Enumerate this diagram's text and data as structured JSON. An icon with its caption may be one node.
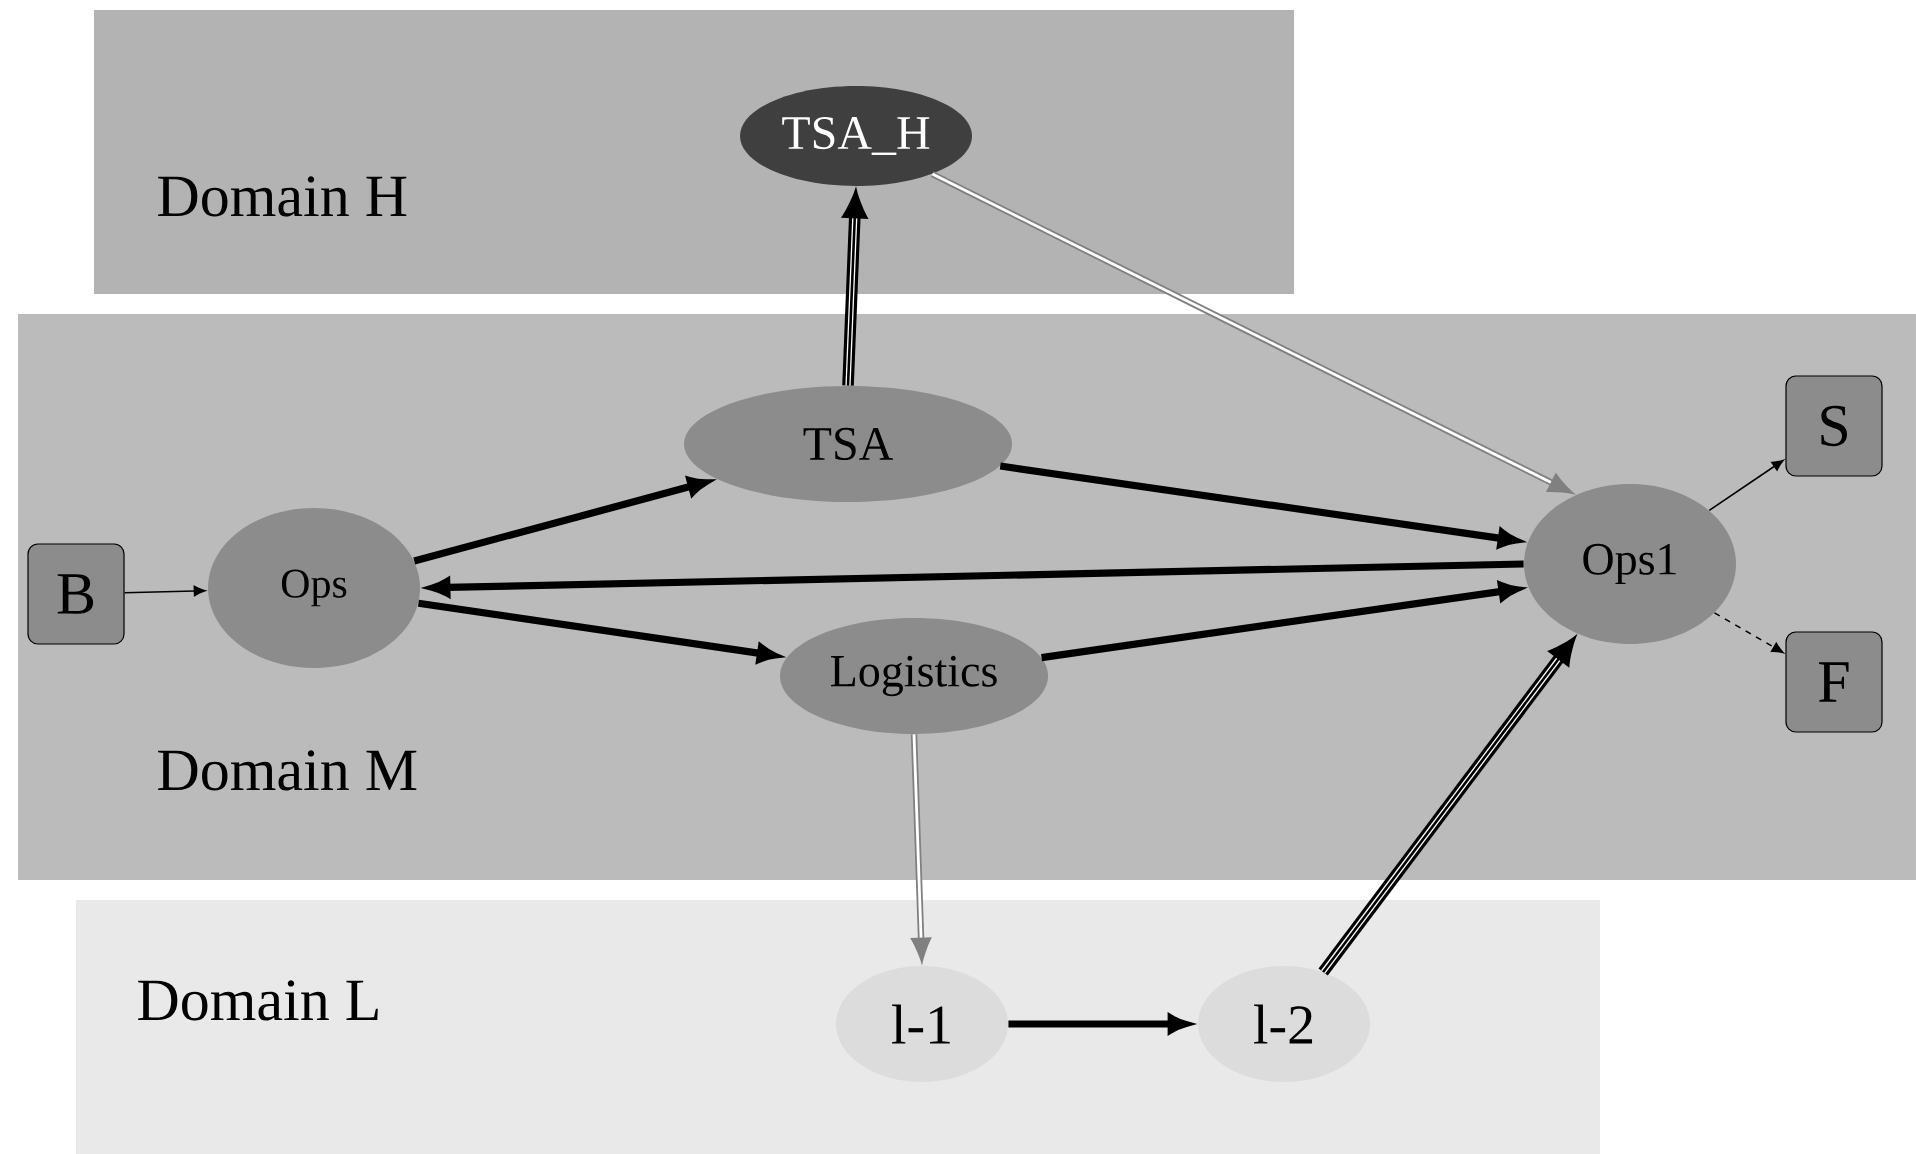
{
  "diagram": {
    "nodes": [
      {
        "text": [
          "Domain H"
        ]
      },
      {
        "text": [
          "TSA_H"
        ],
        "in": 0
      },
      {
        "text": [
          "Domain M"
        ]
      },
      {
        "text": [
          "B"
        ],
        "in": 2
      },
      {
        "text": [
          "Ops"
        ],
        "in": 2
      },
      {
        "text": [
          "TSA"
        ],
        "in": 2
      },
      {
        "text": [
          "Logistics"
        ],
        "in": 2
      },
      {
        "text": [
          "Ops1"
        ],
        "in": 2
      },
      {
        "text": [
          "S"
        ],
        "in": 2
      },
      {
        "text": [
          "F"
        ],
        "in": 2
      },
      {
        "text": [
          "Domain L"
        ]
      },
      {
        "text": [
          "l-1"
        ],
        "in": 10
      },
      {
        "text": [
          "l-2"
        ],
        "in": 10
      }
    ],
    "edges": [
      {
        "from": 3,
        "to": 4,
        "arrow": "to"
      },
      {
        "from": 4,
        "to": 5,
        "arrow": "to"
      },
      {
        "from": 5,
        "to": 1,
        "arrow": "to"
      },
      {
        "from": 1,
        "to": 7,
        "arrow": "to",
        "color": "#808080"
      },
      {
        "from": 5,
        "to": 7,
        "arrow": "to"
      },
      {
        "from": 7,
        "to": 4,
        "arrow": "to"
      },
      {
        "from": 4,
        "to": 6,
        "arrow": "to"
      },
      {
        "from": 6,
        "to": 7,
        "arrow": "to"
      },
      {
        "from": 7,
        "to": 8,
        "arrow": "to"
      },
      {
        "from": 7,
        "to": 9,
        "arrow": "to",
        "style": "dashed"
      },
      {
        "from": 6,
        "to": 11,
        "arrow": "to",
        "color": "#808080"
      },
      {
        "from": 11,
        "to": 12,
        "arrow": "to"
      },
      {
        "from": 12,
        "to": 7,
        "arrow": "to"
      }
    ]
  }
}
